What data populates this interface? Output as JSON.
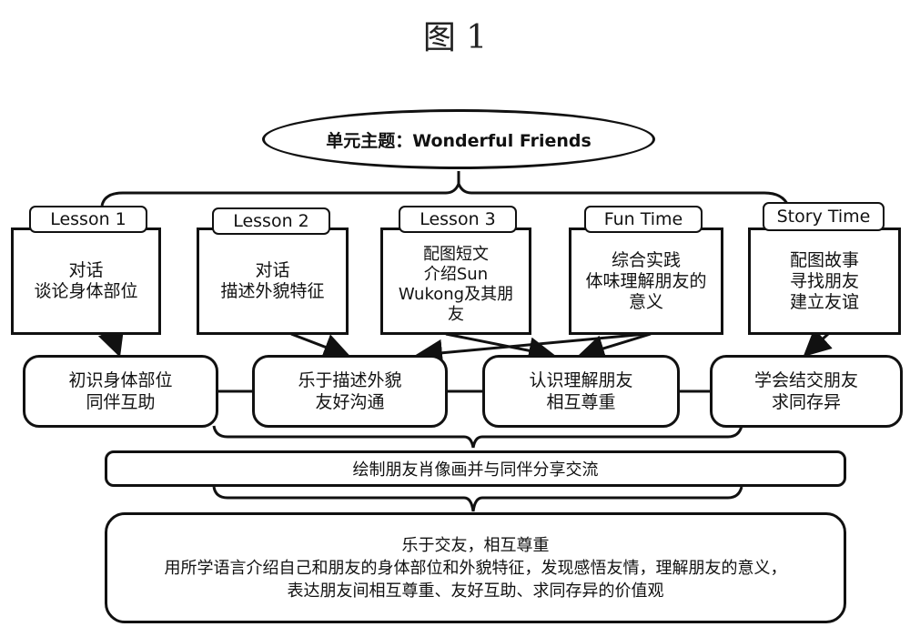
{
  "figure_title": "图 1",
  "theme": "单元主题：Wonderful Friends",
  "lessons": [
    {
      "tab": "Lesson 1",
      "content": "对话\n谈论身体部位"
    },
    {
      "tab": "Lesson 2",
      "content": "对话\n描述外貌特征"
    },
    {
      "tab": "Lesson 3",
      "content": "配图短文\n介绍Sun\nWukong及其朋\n友"
    },
    {
      "tab": "Fun Time",
      "content": "综合实践\n体味理解朋友的\n意义"
    },
    {
      "tab": "Story Time",
      "content": "配图故事\n寻找朋友\n建立友谊"
    }
  ],
  "goals": [
    "初识身体部位\n同伴互助",
    "乐于描述外貌\n友好沟通",
    "认识理解朋友\n相互尊重",
    "学会结交朋友\n求同存异"
  ],
  "activity": "绘制朋友肖像画并与同伴分享交流",
  "summary": {
    "line1": "乐于交友，相互尊重",
    "line2": "用所学语言介绍自己和朋友的身体部位和外貌特征，发现感悟友情，理解朋友的意义，",
    "line3": "表达朋友间相互尊重、友好互助、求同存异的价值观"
  }
}
